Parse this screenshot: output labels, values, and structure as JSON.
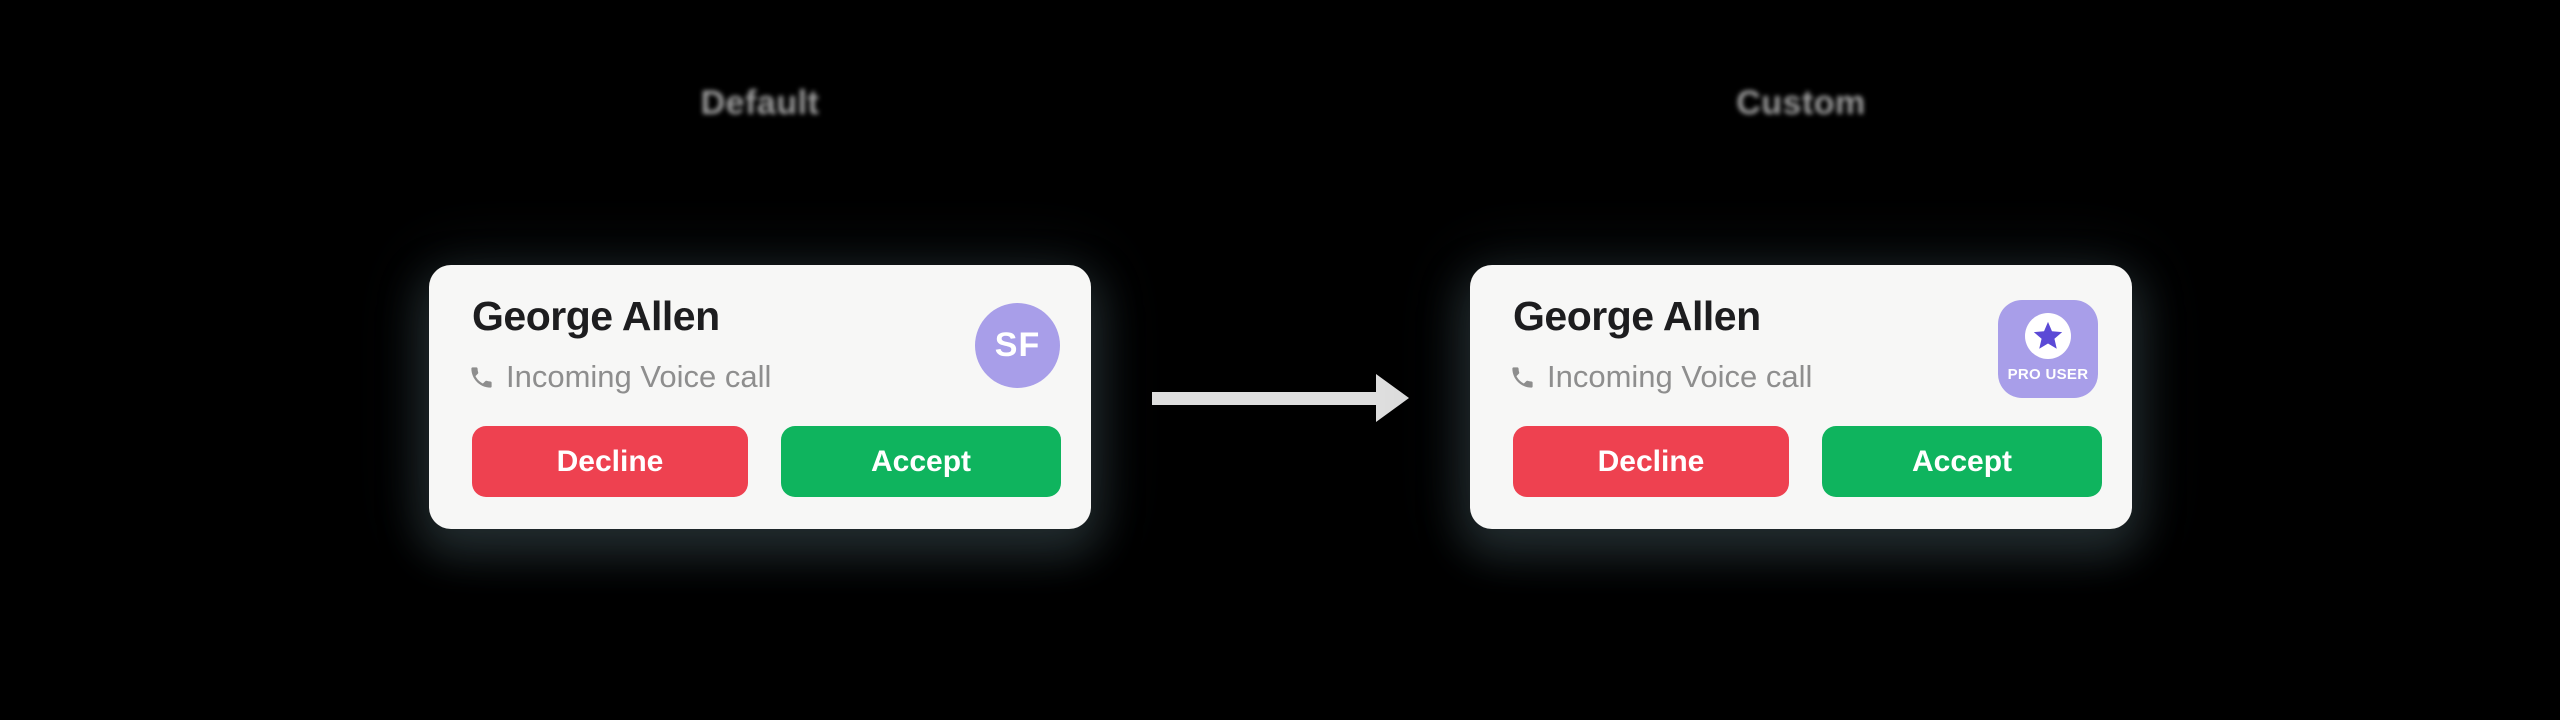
{
  "page": {
    "background": "#000000"
  },
  "captions": {
    "left": "Default",
    "right": "Custom"
  },
  "card_left": {
    "name": "George Allen",
    "subtitle": "Incoming Voice call",
    "subtitle_icon": "phone-icon",
    "avatar_initials": "SF",
    "decline_label": "Decline",
    "accept_label": "Accept"
  },
  "card_right": {
    "name": "George Allen",
    "subtitle": "Incoming Voice call",
    "subtitle_icon": "phone-icon",
    "badge_icon": "star-icon",
    "badge_label": "PRO USER",
    "decline_label": "Decline",
    "accept_label": "Accept"
  },
  "arrow": {
    "icon": "arrow-right-icon",
    "color": "#dedede"
  },
  "colors": {
    "card_background": "#f7f7f6",
    "title_text": "#1d1d1f",
    "subtitle_text": "#8e8e8e",
    "decline_red": "#ee4150",
    "accept_green": "#0fb45e",
    "avatar_purple": "#a89ee9",
    "badge_purple": "#a89ee9",
    "star_indigo": "#5b4ad6",
    "caption_gray": "#9e9e9e",
    "arrow_gray": "#dedede"
  }
}
